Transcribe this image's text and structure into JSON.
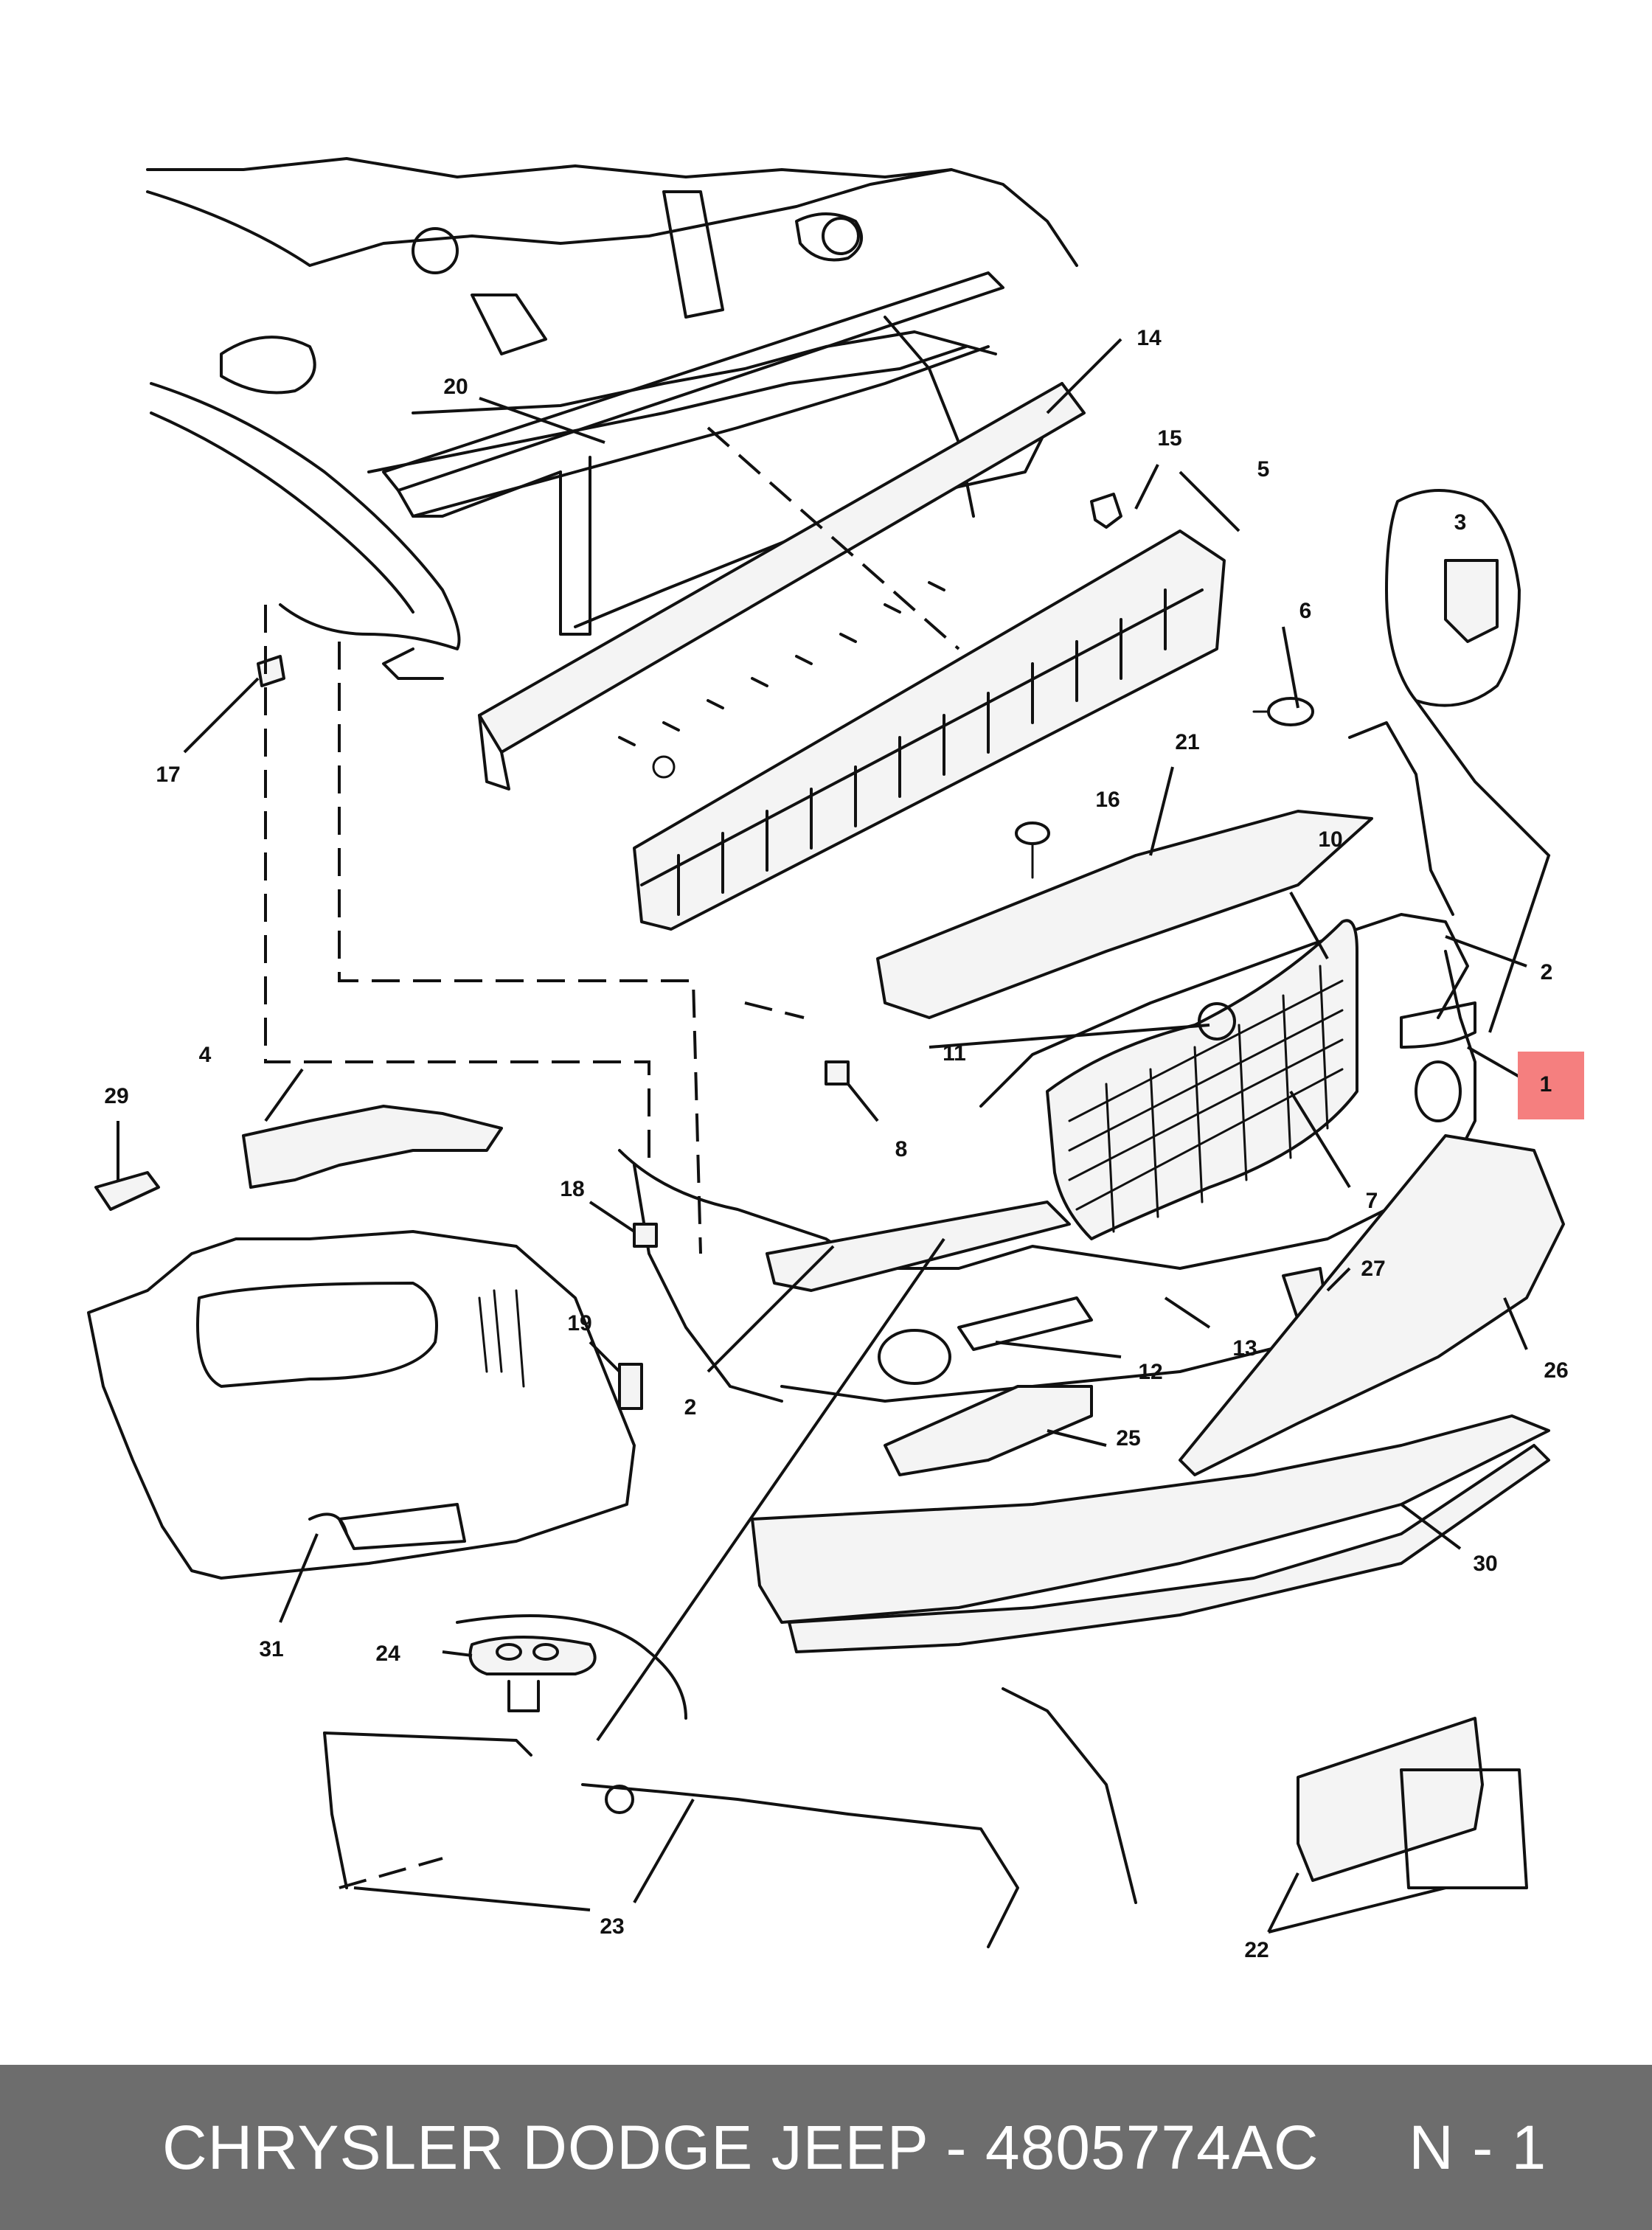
{
  "diagram": {
    "callouts": {
      "c1": "1",
      "c2a": "2",
      "c2b": "2",
      "c3": "3",
      "c4": "4",
      "c5": "5",
      "c6": "6",
      "c7": "7",
      "c8": "8",
      "c10": "10",
      "c11": "11",
      "c12": "12",
      "c13": "13",
      "c14": "14",
      "c15": "15",
      "c16": "16",
      "c17": "17",
      "c18": "18",
      "c19": "19",
      "c20": "20",
      "c21": "21",
      "c22": "22",
      "c23": "23",
      "c24": "24",
      "c25": "25",
      "c26": "26",
      "c27": "27",
      "c29": "29",
      "c30": "30",
      "c31": "31"
    },
    "highlight_color": "#f57f7f"
  },
  "footer": {
    "text": "CHRYSLER DODGE JEEP - 4805774AC     N - 1",
    "background": "#6d6d6d"
  }
}
